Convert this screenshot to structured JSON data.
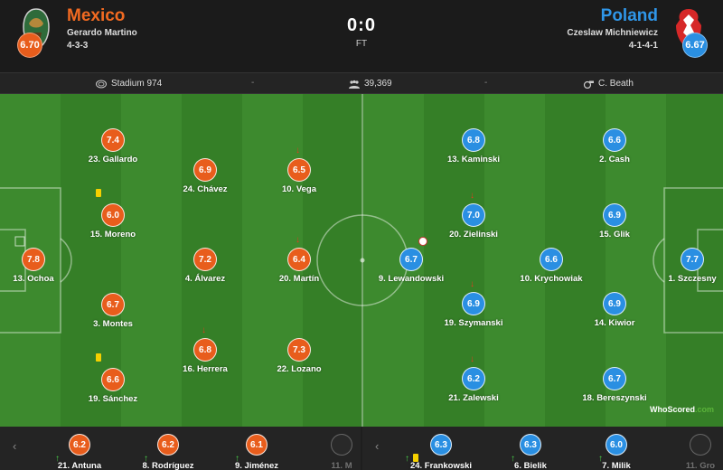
{
  "home": {
    "team_name": "Mexico",
    "coach": "Gerardo Martino",
    "formation": "4-3-3",
    "team_rating": "6.70",
    "color": "#e85d1c"
  },
  "away": {
    "team_name": "Poland",
    "coach": "Czeslaw Michniewicz",
    "formation": "4-1-4-1",
    "team_rating": "6.67",
    "color": "#2a8fe2"
  },
  "match": {
    "score": "0:0",
    "status": "FT"
  },
  "info": {
    "stadium": "Stadium 974",
    "attendance": "39,369",
    "referee": "C. Beath",
    "separator": "-"
  },
  "home_players": [
    {
      "rating": "7.4",
      "label": "23. Gallardo"
    },
    {
      "rating": "6.0",
      "label": "15. Moreno",
      "yellow": true
    },
    {
      "rating": "7.8",
      "label": "13. Ochoa"
    },
    {
      "rating": "6.7",
      "label": "3. Montes"
    },
    {
      "rating": "6.6",
      "label": "19. Sánchez",
      "yellow": true
    },
    {
      "rating": "6.9",
      "label": "24. Chávez"
    },
    {
      "rating": "7.2",
      "label": "4. Álvarez"
    },
    {
      "rating": "6.8",
      "label": "16. Herrera",
      "subbed_off": true
    },
    {
      "rating": "6.5",
      "label": "10. Vega",
      "subbed_off": true
    },
    {
      "rating": "6.4",
      "label": "20. Martín",
      "subbed_off": true
    },
    {
      "rating": "7.3",
      "label": "22. Lozano"
    }
  ],
  "away_players": [
    {
      "rating": "6.7",
      "label": "9. Lewandowski",
      "ball": true
    },
    {
      "rating": "6.8",
      "label": "13. Kaminski"
    },
    {
      "rating": "7.0",
      "label": "20. Zielinski",
      "subbed_off": true
    },
    {
      "rating": "6.9",
      "label": "19. Szymanski",
      "subbed_off": true
    },
    {
      "rating": "6.2",
      "label": "21. Zalewski",
      "subbed_off": true
    },
    {
      "rating": "6.6",
      "label": "10. Krychowiak"
    },
    {
      "rating": "6.6",
      "label": "2. Cash"
    },
    {
      "rating": "6.9",
      "label": "15. Glik"
    },
    {
      "rating": "6.9",
      "label": "14. Kiwior"
    },
    {
      "rating": "6.7",
      "label": "18. Bereszynski"
    },
    {
      "rating": "7.7",
      "label": "1. Szczesny"
    }
  ],
  "bench": {
    "prev_icon": "chevron-left-icon",
    "next_icon": "chevron-right-icon",
    "home": [
      {
        "rating": "6.2",
        "label": "21. Antuna"
      },
      {
        "rating": "6.2",
        "label": "8. Rodríguez"
      },
      {
        "rating": "6.1",
        "label": "9. Jiménez"
      },
      {
        "label": "11. M"
      }
    ],
    "away": [
      {
        "rating": "6.3",
        "label": "24. Frankowski",
        "yellow": true
      },
      {
        "rating": "6.3",
        "label": "6. Bielik"
      },
      {
        "rating": "6.0",
        "label": "7. Milik"
      },
      {
        "label": "11. Gro"
      }
    ]
  },
  "brand": {
    "name": "WhoScored",
    "suffix": ".com"
  }
}
